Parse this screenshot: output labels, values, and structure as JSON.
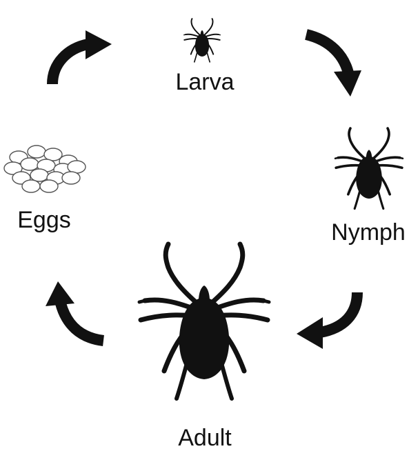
{
  "diagram": {
    "stages": [
      {
        "id": "larva",
        "label": "Larva",
        "icon": "larva-tick-icon"
      },
      {
        "id": "nymph",
        "label": "Nymph",
        "icon": "nymph-tick-icon"
      },
      {
        "id": "adult",
        "label": "Adult",
        "icon": "adult-tick-icon"
      },
      {
        "id": "eggs",
        "label": "Eggs",
        "icon": "eggs-cluster-icon"
      }
    ],
    "cycle_direction": "clockwise",
    "colors": {
      "ink": "#111111",
      "background": "#ffffff",
      "egg_fill": "#ffffff",
      "egg_stroke": "#555555"
    }
  }
}
